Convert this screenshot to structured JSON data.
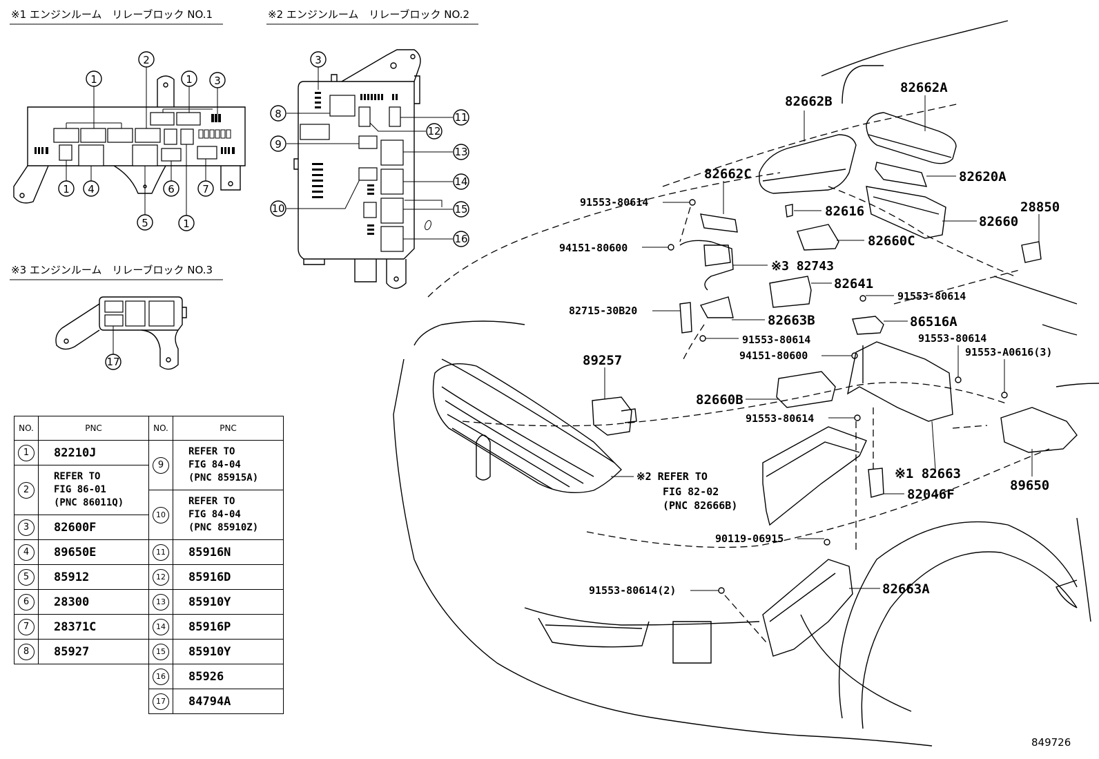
{
  "headings": {
    "block1": "※1 エンジンルーム　リレーブロック NO.1",
    "block2": "※2 エンジンルーム　リレーブロック NO.2",
    "block3": "※3 エンジンルーム　リレーブロック NO.3"
  },
  "callouts": {
    "c1": "1",
    "c2": "2",
    "c3": "3",
    "c4": "4",
    "c5": "5",
    "c6": "6",
    "c7": "7",
    "c8": "8",
    "c9": "9",
    "c10": "10",
    "c11": "11",
    "c12": "12",
    "c13": "13",
    "c14": "14",
    "c15": "15",
    "c16": "16",
    "c17": "17"
  },
  "table_left": {
    "header_no": "NO.",
    "header_pnc": "PNC",
    "rows": [
      {
        "no": "1",
        "pnc": "82210J"
      },
      {
        "no": "2",
        "pnc": "REFER TO\nFIG 86-01\n(PNC 86011Q)"
      },
      {
        "no": "3",
        "pnc": "82600F"
      },
      {
        "no": "4",
        "pnc": "89650E"
      },
      {
        "no": "5",
        "pnc": "85912"
      },
      {
        "no": "6",
        "pnc": "28300"
      },
      {
        "no": "7",
        "pnc": "28371C"
      },
      {
        "no": "8",
        "pnc": "85927"
      }
    ]
  },
  "table_right": {
    "header_no": "NO.",
    "header_pnc": "PNC",
    "rows": [
      {
        "no": "9",
        "pnc": "REFER TO\nFIG 84-04\n(PNC 85915A)"
      },
      {
        "no": "10",
        "pnc": "REFER TO\nFIG 84-04\n(PNC 85910Z)"
      },
      {
        "no": "11",
        "pnc": "85916N"
      },
      {
        "no": "12",
        "pnc": "85916D"
      },
      {
        "no": "13",
        "pnc": "85910Y"
      },
      {
        "no": "14",
        "pnc": "85916P"
      },
      {
        "no": "15",
        "pnc": "85910Y"
      },
      {
        "no": "16",
        "pnc": "85926"
      },
      {
        "no": "17",
        "pnc": "84794A"
      }
    ]
  },
  "part_labels": {
    "p82662B": "82662B",
    "p82662A": "82662A",
    "p82662C": "82662C",
    "p82620A": "82620A",
    "p91553_1": "91553-80614",
    "p82616": "82616",
    "p82660": "82660",
    "p28850": "28850",
    "p94151_1": "94151-80600",
    "p82660C": "82660C",
    "p82743": "※3 82743",
    "p82641": "82641",
    "p91553_2": "91553-80614",
    "p82715": "82715-30B20",
    "p82663B": "82663B",
    "p86516A": "86516A",
    "p91553_3": "91553-80614",
    "p91553_4": "91553-80614",
    "p94151_2": "94151-80600",
    "p91553A": "91553-A0616(3)",
    "p89257": "89257",
    "p82660B": "82660B",
    "p91553_5": "91553-80614",
    "p82663": "※1 82663",
    "p89650": "89650",
    "refer1": "※2 REFER TO",
    "refer2": "FIG 82-02",
    "refer3": "(PNC 82666B)",
    "p82046F": "82046F",
    "p90119": "90119-06915",
    "p91553_6": "91553-80614(2)",
    "p82663A": "82663A"
  },
  "figure_id": "849726"
}
